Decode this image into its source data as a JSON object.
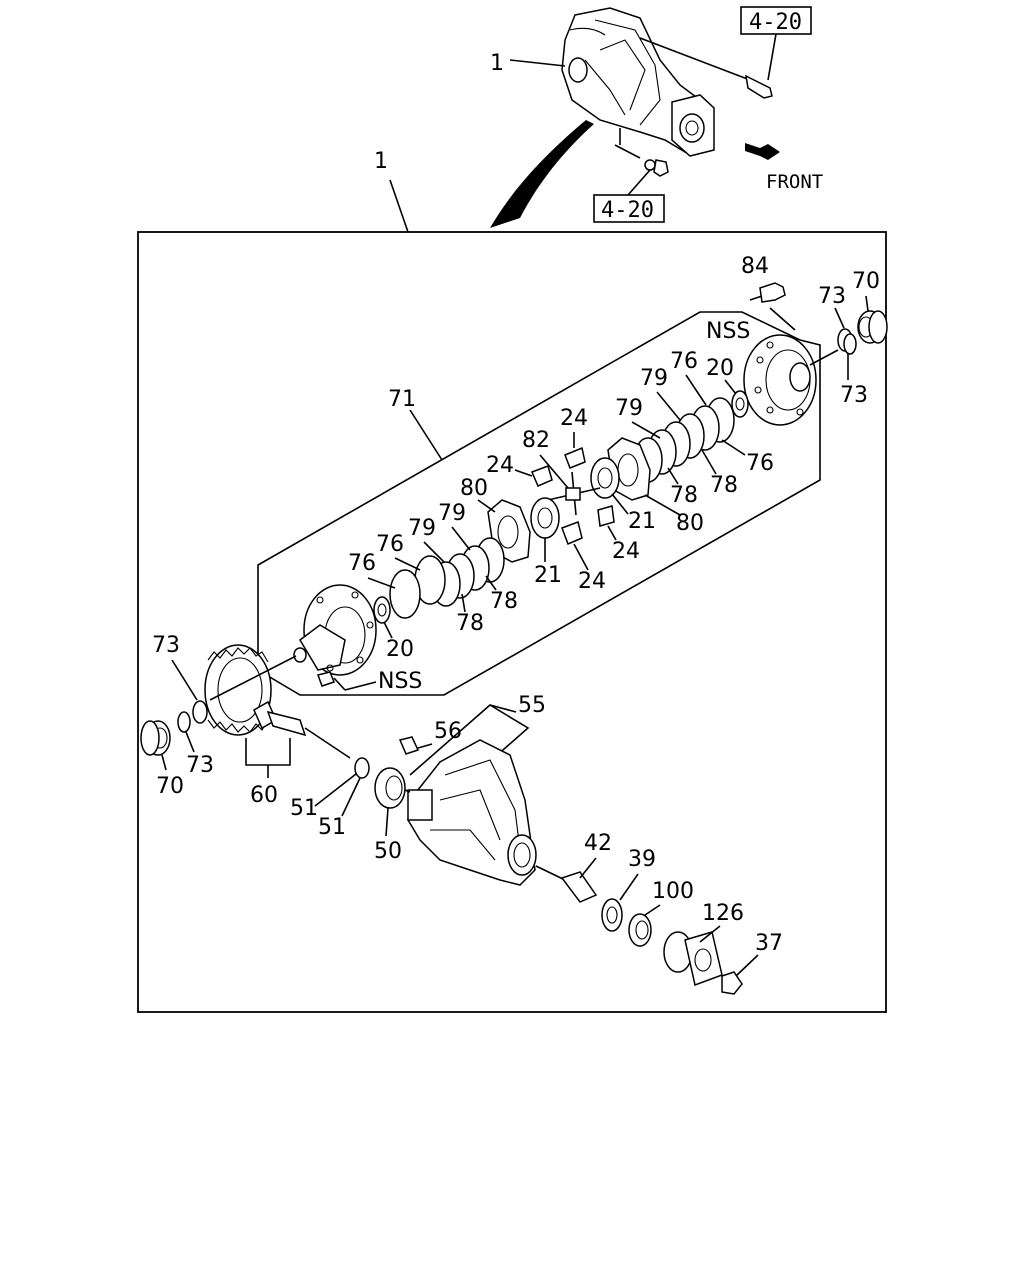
{
  "ref_boxes": [
    "4-20",
    "4-20"
  ],
  "front_label": "FRONT",
  "callouts": {
    "c1a": "1",
    "c1b": "1",
    "c84": "84",
    "c70a": "70",
    "c73a": "73",
    "c73b": "73",
    "nss_a": "NSS",
    "c71": "71",
    "c76a": "76",
    "c79a": "79",
    "c20a": "20",
    "c79b": "79",
    "c76b": "76",
    "c24a": "24",
    "c82": "82",
    "c24b": "24",
    "c78a": "78",
    "c78b": "78",
    "c80a": "80",
    "c79c": "79",
    "c79d": "79",
    "c76c": "76",
    "c76d": "76",
    "c21a": "21",
    "c80b": "80",
    "c24c": "24",
    "c21b": "21",
    "c24d": "24",
    "c78c": "78",
    "c78d": "78",
    "c20b": "20",
    "nss_b": "NSS",
    "c73c": "73",
    "c73d": "73",
    "c70b": "70",
    "c60": "60",
    "c55": "55",
    "c56": "56",
    "c51a": "51",
    "c51b": "51",
    "c50": "50",
    "c42": "42",
    "c39": "39",
    "c100": "100",
    "c126": "126",
    "c37": "37"
  },
  "icons": [
    "arrow-front-icon"
  ]
}
